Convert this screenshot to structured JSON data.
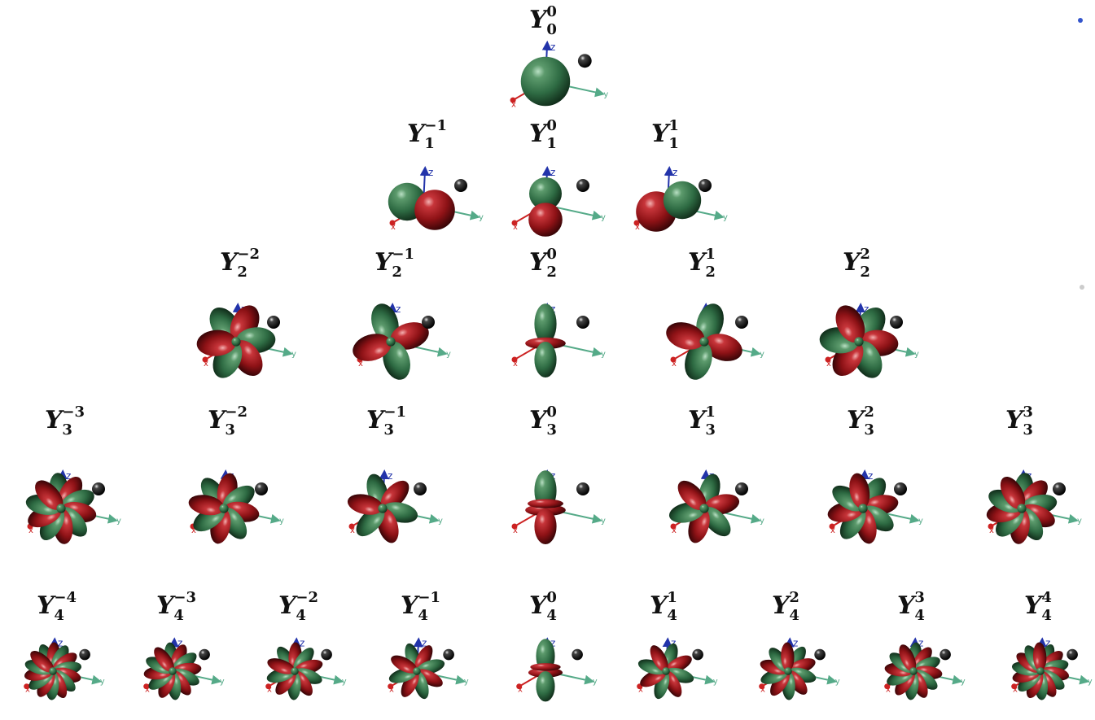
{
  "figure": {
    "background": "#ffffff",
    "colors": {
      "positive_lobe": "#2e6b43",
      "negative_lobe": "#9a1418",
      "z_axis": "#2233aa",
      "x_axis": "#cc2222",
      "y_axis": "#55aa88",
      "sphere_marker": "#111111"
    },
    "axis_labels": {
      "z": "z",
      "x": "x",
      "y": "y"
    },
    "rows": [
      {
        "l": "0",
        "items": [
          {
            "name": "Y",
            "sub": "0",
            "sup": "0",
            "m": 0
          }
        ]
      },
      {
        "l": "1",
        "items": [
          {
            "name": "Y",
            "sub": "1",
            "sup": "−1",
            "m": -1
          },
          {
            "name": "Y",
            "sub": "1",
            "sup": "0",
            "m": 0
          },
          {
            "name": "Y",
            "sub": "1",
            "sup": "1",
            "m": 1
          }
        ]
      },
      {
        "l": "2",
        "items": [
          {
            "name": "Y",
            "sub": "2",
            "sup": "−2",
            "m": -2
          },
          {
            "name": "Y",
            "sub": "2",
            "sup": "−1",
            "m": -1
          },
          {
            "name": "Y",
            "sub": "2",
            "sup": "0",
            "m": 0
          },
          {
            "name": "Y",
            "sub": "2",
            "sup": "1",
            "m": 1
          },
          {
            "name": "Y",
            "sub": "2",
            "sup": "2",
            "m": 2
          }
        ]
      },
      {
        "l": "3",
        "items": [
          {
            "name": "Y",
            "sub": "3",
            "sup": "−3",
            "m": -3
          },
          {
            "name": "Y",
            "sub": "3",
            "sup": "−2",
            "m": -2
          },
          {
            "name": "Y",
            "sub": "3",
            "sup": "−1",
            "m": -1
          },
          {
            "name": "Y",
            "sub": "3",
            "sup": "0",
            "m": 0
          },
          {
            "name": "Y",
            "sub": "3",
            "sup": "1",
            "m": 1
          },
          {
            "name": "Y",
            "sub": "3",
            "sup": "2",
            "m": 2
          },
          {
            "name": "Y",
            "sub": "3",
            "sup": "3",
            "m": 3
          }
        ]
      },
      {
        "l": "4",
        "items": [
          {
            "name": "Y",
            "sub": "4",
            "sup": "−4",
            "m": -4
          },
          {
            "name": "Y",
            "sub": "4",
            "sup": "−3",
            "m": -3
          },
          {
            "name": "Y",
            "sub": "4",
            "sup": "−2",
            "m": -2
          },
          {
            "name": "Y",
            "sub": "4",
            "sup": "−1",
            "m": -1
          },
          {
            "name": "Y",
            "sub": "4",
            "sup": "0",
            "m": 0
          },
          {
            "name": "Y",
            "sub": "4",
            "sup": "1",
            "m": 1
          },
          {
            "name": "Y",
            "sub": "4",
            "sup": "2",
            "m": 2
          },
          {
            "name": "Y",
            "sub": "4",
            "sup": "3",
            "m": 3
          },
          {
            "name": "Y",
            "sub": "4",
            "sup": "4",
            "m": 4
          }
        ]
      }
    ]
  }
}
